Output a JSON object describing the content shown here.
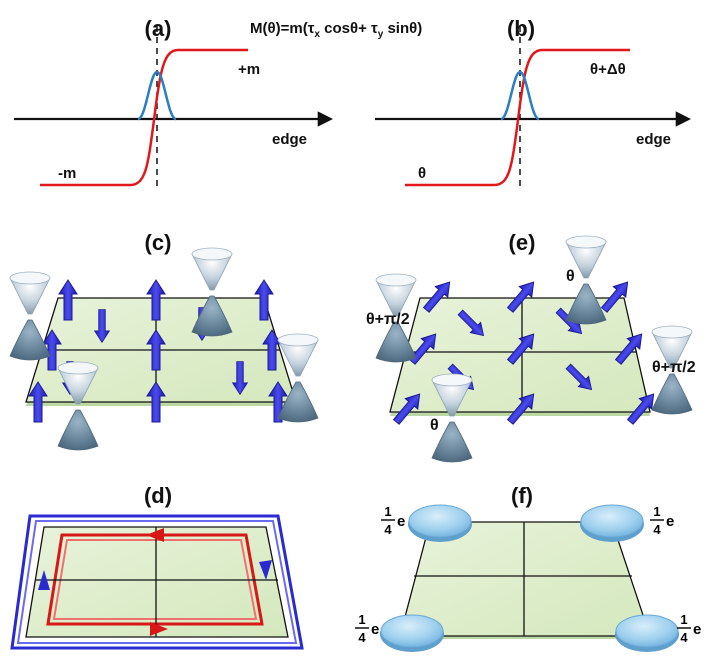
{
  "formula": "M(θ)=m(τx cosθ+ τy sinθ)",
  "formula_parts": {
    "lead": "M(θ)=m(",
    "tau1": "τ",
    "sub1": "x",
    "mid": " cosθ+ ",
    "tau2": "τ",
    "sub2": "y",
    "tail": " sinθ)"
  },
  "panels": {
    "a": {
      "label": "(a)",
      "plus": "+m",
      "minus": "-m",
      "axis": "edge"
    },
    "b": {
      "label": "(b)",
      "plus": "θ+Δθ",
      "minus": "θ",
      "axis": "edge"
    },
    "c": {
      "label": "(c)"
    },
    "d": {
      "label": "(d)"
    },
    "e": {
      "label": "(e)",
      "theta_top": "θ",
      "theta_bottom": "θ",
      "theta_left": "θ+π/2",
      "theta_right": "θ+π/2"
    },
    "f": {
      "label": "(f)",
      "charge_num": "1",
      "charge_den": "4",
      "charge_unit": "e"
    }
  },
  "colors": {
    "domain_wall": "#e0181b",
    "bound_state": "#1f77b4",
    "arrow": "#3a3ae0",
    "plate_fill": "#dfeecb",
    "plate_edge": "#bcd8a4",
    "edge_outer": "#2a2ad0",
    "edge_inner": "#d81818",
    "charge_blob": "#9fd0ee"
  }
}
